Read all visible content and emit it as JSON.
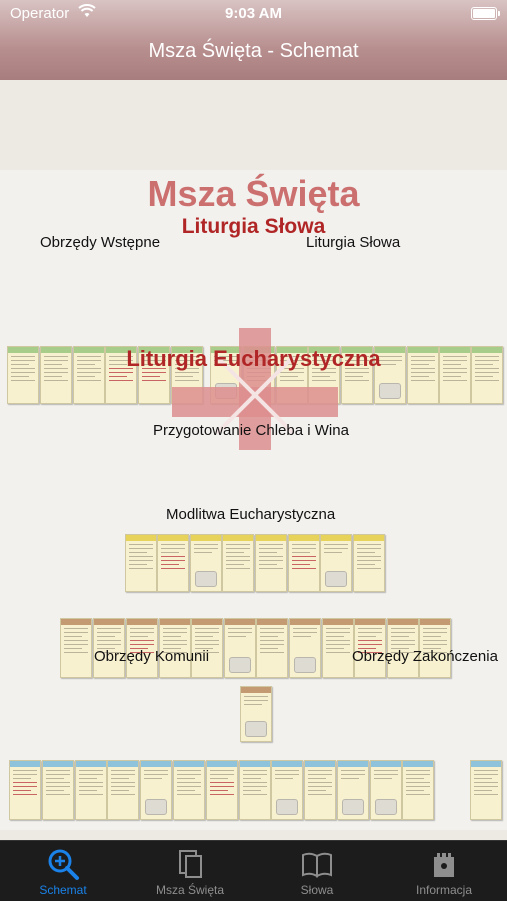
{
  "status_bar": {
    "carrier": "Operator",
    "time": "9:03 AM"
  },
  "nav": {
    "title": "Msza Święta - Schemat"
  },
  "diagram": {
    "title": "Msza Święta",
    "subtitle": "Liturgia Słowa",
    "sections": {
      "obrzedy_wstepne": "Obrzędy Wstępne",
      "liturgia_slowa": "Liturgia Słowa",
      "liturgia_eucharystyczna": "Liturgia Eucharystyczna",
      "przygotowanie": "Przygotowanie Chleba i Wina",
      "modlitwa": "Modlitwa Eucharystyczna",
      "komunia": "Obrzędy Komunii",
      "zakonczenie": "Obrzędy Zakończenia"
    }
  },
  "tabs": [
    {
      "label": "Schemat",
      "icon": "zoom-icon",
      "active": true
    },
    {
      "label": "Msza Święta",
      "icon": "pages-icon",
      "active": false
    },
    {
      "label": "Słowa",
      "icon": "book-icon",
      "active": false
    },
    {
      "label": "Informacja",
      "icon": "castle-icon",
      "active": false
    }
  ],
  "colors": {
    "accent": "#1a82e8",
    "header": "#b88f8f",
    "title": "#cc6f6f",
    "subtitle": "#b02525"
  }
}
